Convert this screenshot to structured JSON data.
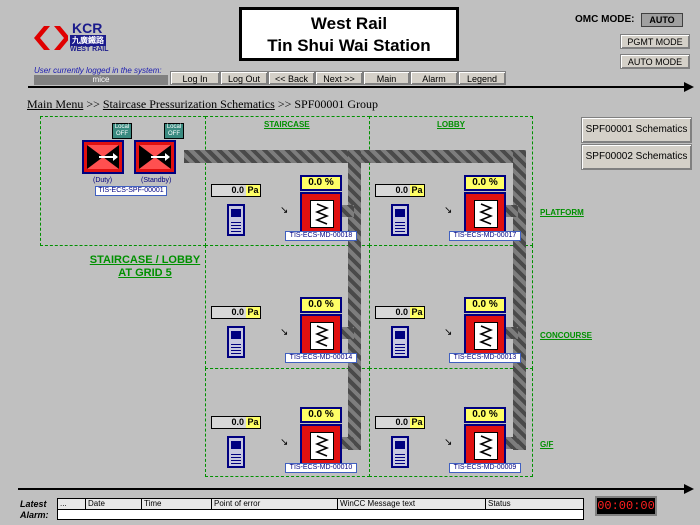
{
  "logo": {
    "brand": "KCR",
    "chinese": "九廣鐵路",
    "sub": "WEST RAIL"
  },
  "title": {
    "line1": "West Rail",
    "line2": "Tin Shui Wai Station"
  },
  "omc": {
    "label": "OMC MODE:",
    "value": "AUTO"
  },
  "mode_buttons": {
    "pgmt": "PGMT MODE",
    "auto": "AUTO MODE"
  },
  "login": {
    "label": "User currently logged in the system:",
    "user": "mice"
  },
  "nav": [
    "Log In",
    "Log Out",
    "<< Back",
    "Next >>",
    "Main",
    "Alarm",
    "Legend"
  ],
  "breadcrumb": {
    "main": "Main Menu",
    "sep1": ">>",
    "page": "Staircase Pressurization Schematics",
    "sep2": ">>",
    "current": "SPF00001 Group"
  },
  "side_buttons": [
    "SPF00001 Schematics",
    "SPF00002 Schematics"
  ],
  "columns": {
    "staircase": "STAIRCASE",
    "lobby": "LOBBY"
  },
  "floors": {
    "platform": "PLATFORM",
    "concourse": "CONCOURSE",
    "gf": "G/F"
  },
  "grid_label": {
    "line1": "STAIRCASE / LOBBY",
    "line2": "AT GRID 5"
  },
  "fans": [
    {
      "local": "Local OFF",
      "role": "(Duty)"
    },
    {
      "local": "Local OFF",
      "role": "(Standby)"
    }
  ],
  "fan_group_label": "TIS-ECS-SPF-00001",
  "dampers": [
    {
      "id": "TIS-ECS-MD-00018",
      "percent": "0.0",
      "pressure": "0.0"
    },
    {
      "id": "TIS-ECS-MD-00017",
      "percent": "0.0",
      "pressure": "0.0"
    },
    {
      "id": "TIS-ECS-MD-00014",
      "percent": "0.0",
      "pressure": "0.0"
    },
    {
      "id": "TIS-ECS-MD-00013",
      "percent": "0.0",
      "pressure": "0.0"
    },
    {
      "id": "TIS-ECS-MD-00010",
      "percent": "0.0",
      "pressure": "0.0"
    },
    {
      "id": "TIS-ECS-MD-00009",
      "percent": "0.0",
      "pressure": "0.0"
    }
  ],
  "units": {
    "percent": "%",
    "pressure": "Pa"
  },
  "alarm": {
    "label": "Latest Alarm:",
    "columns": [
      "...",
      "Date",
      "Time",
      "Point of error",
      "WinCC Message text",
      "Status"
    ]
  },
  "clock": "00:00:00",
  "colors": {
    "accent_green": "#009000",
    "damper_red": "#e01010",
    "navy": "#000080",
    "readout_yellow": "#ffff66"
  }
}
